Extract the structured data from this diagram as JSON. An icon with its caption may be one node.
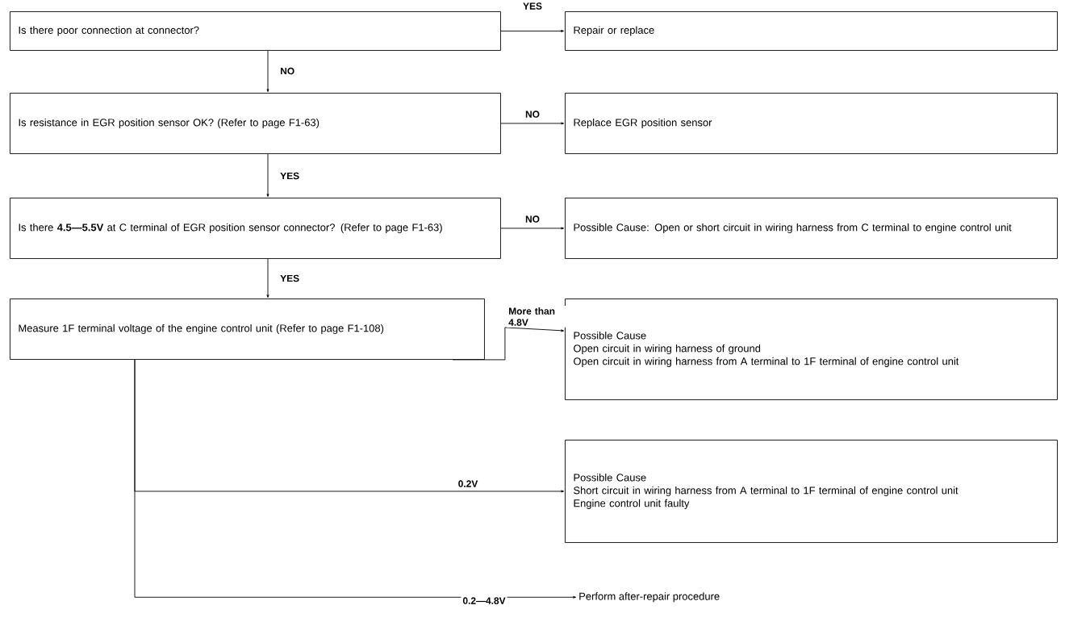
{
  "diagram": {
    "nodes": [
      {
        "text": [
          "Is there poor connection at connector?"
        ]
      },
      {
        "text": [
          "Repair or replace"
        ]
      },
      {
        "text": [
          "Is resistance in EGR position sensor OK? (Refer to page F1-63)"
        ]
      },
      {
        "text": [
          "Replace EGR position sensor"
        ]
      },
      {
        "text": [
          "Is there **4.5—5.5V** at C terminal of EGR position sensor connector? (Refer to page F1-63)"
        ]
      },
      {
        "text": [
          "Possible Cause: Open or short circuit in wiring harness from C terminal to engine control unit"
        ]
      },
      {
        "text": [
          "Measure 1F terminal voltage of the engine control unit (Refer to page F1-108)"
        ]
      },
      {
        "text": [
          "Possible Cause",
          "Open circuit in wiring harness of ground",
          "Open circuit in wiring harness from A terminal to 1F terminal of engine control unit"
        ]
      },
      {
        "text": [
          "Possible Cause",
          "Short circuit in wiring harness from A terminal to 1F terminal of engine control unit",
          "Engine control unit faulty"
        ]
      },
      {
        "text": [
          "Perform after-repair procedure"
        ]
      }
    ],
    "edges": [
      {
        "from": 0,
        "to": 1,
        "arrow": "to",
        "label": "YES"
      },
      {
        "from": 0,
        "to": 2,
        "arrow": "to",
        "label": "NO"
      },
      {
        "from": 2,
        "to": 3,
        "arrow": "to",
        "label": "NO"
      },
      {
        "from": 2,
        "to": 4,
        "arrow": "to",
        "label": "YES"
      },
      {
        "from": 4,
        "to": 5,
        "arrow": "to",
        "label": "NO"
      },
      {
        "from": 4,
        "to": 6,
        "arrow": "to",
        "label": "YES"
      },
      {
        "from": 6,
        "to": 7,
        "arrow": "to",
        "label": "More than 4.8V"
      },
      {
        "from": 6,
        "to": 8,
        "arrow": "to",
        "label": "0.2V"
      },
      {
        "from": 6,
        "to": 9,
        "arrow": "to",
        "label": "0.2—4.8V"
      }
    ]
  }
}
